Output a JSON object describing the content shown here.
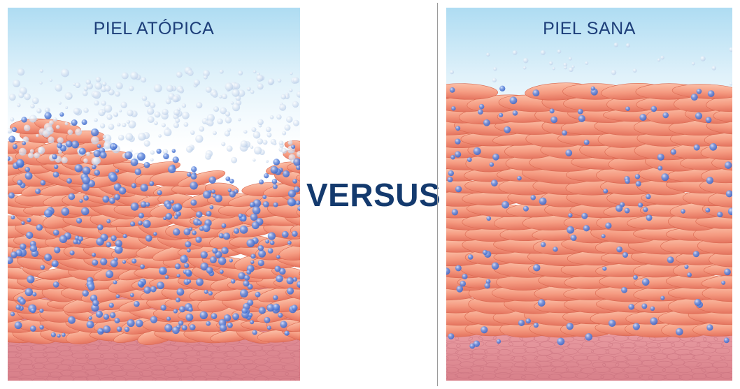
{
  "left_panel": {
    "title": "PIEL ATÓPICA"
  },
  "center": {
    "versus_label": "VERSUS"
  },
  "right_panel": {
    "title": "PIEL SANA"
  },
  "colors": {
    "title_text": "#1e3f7a",
    "versus_text": "#143a6e",
    "sky_top": "#aedcf2",
    "skin_scale": "#f59a80",
    "skin_base": "#d8808a",
    "droplet": "#3d68c9"
  }
}
